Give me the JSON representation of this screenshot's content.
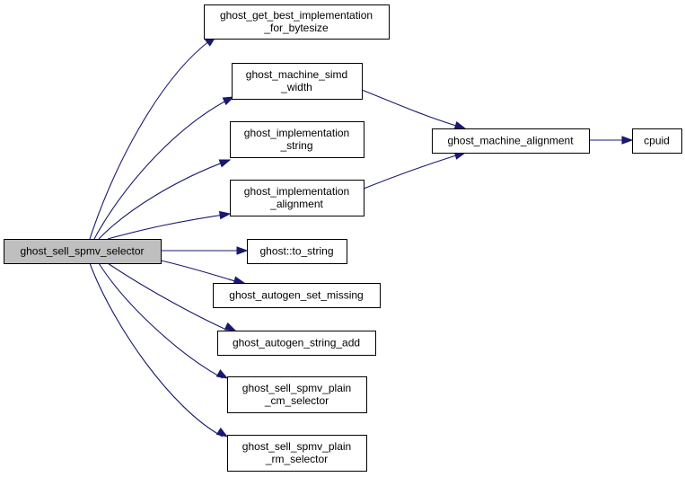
{
  "diagram": {
    "type": "call-graph",
    "root": "ghost_sell_spmv_selector",
    "colors": {
      "edge": "#191970",
      "root_fill": "#bfbfbf",
      "node_fill": "#ffffff",
      "border": "#000000"
    },
    "nodes": [
      {
        "id": "root",
        "lines": [
          "ghost_sell_spmv_selector"
        ]
      },
      {
        "id": "best_impl",
        "lines": [
          "ghost_get_best_implementation",
          "_for_bytesize"
        ]
      },
      {
        "id": "simd_width",
        "lines": [
          "ghost_machine_simd",
          "_width"
        ]
      },
      {
        "id": "impl_string",
        "lines": [
          "ghost_implementation",
          "_string"
        ]
      },
      {
        "id": "impl_alignment",
        "lines": [
          "ghost_implementation",
          "_alignment"
        ]
      },
      {
        "id": "to_string",
        "lines": [
          "ghost::to_string"
        ]
      },
      {
        "id": "set_missing",
        "lines": [
          "ghost_autogen_set_missing"
        ]
      },
      {
        "id": "string_add",
        "lines": [
          "ghost_autogen_string_add"
        ]
      },
      {
        "id": "cm_selector",
        "lines": [
          "ghost_sell_spmv_plain",
          "_cm_selector"
        ]
      },
      {
        "id": "rm_selector",
        "lines": [
          "ghost_sell_spmv_plain",
          "_rm_selector"
        ]
      },
      {
        "id": "machine_alignment",
        "lines": [
          "ghost_machine_alignment"
        ]
      },
      {
        "id": "cpuid",
        "lines": [
          "cpuid"
        ]
      }
    ],
    "edges": [
      {
        "from": "root",
        "to": "best_impl"
      },
      {
        "from": "root",
        "to": "simd_width"
      },
      {
        "from": "root",
        "to": "impl_string"
      },
      {
        "from": "root",
        "to": "impl_alignment"
      },
      {
        "from": "root",
        "to": "to_string"
      },
      {
        "from": "root",
        "to": "set_missing"
      },
      {
        "from": "root",
        "to": "string_add"
      },
      {
        "from": "root",
        "to": "cm_selector"
      },
      {
        "from": "root",
        "to": "rm_selector"
      },
      {
        "from": "simd_width",
        "to": "machine_alignment"
      },
      {
        "from": "impl_alignment",
        "to": "machine_alignment"
      },
      {
        "from": "machine_alignment",
        "to": "cpuid"
      }
    ]
  }
}
